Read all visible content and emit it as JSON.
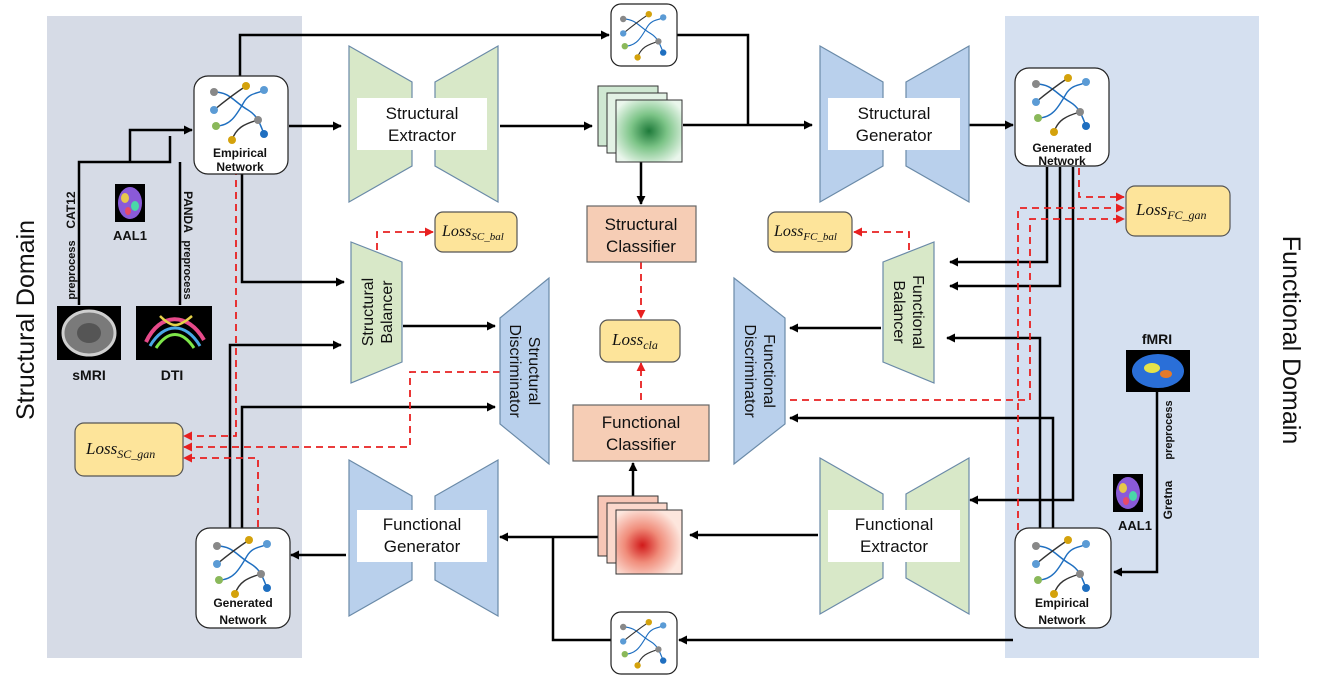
{
  "domains": {
    "structural": "Structural Domain",
    "functional": "Functional Domain"
  },
  "networks": {
    "empirical_left": [
      "Empirical",
      "Network"
    ],
    "generated_right": [
      "Generated",
      "Network"
    ],
    "generated_left": [
      "Generated",
      "Network"
    ],
    "empirical_right": [
      "Empirical",
      "Network"
    ]
  },
  "modules": {
    "structural_extractor": [
      "Structural",
      "Extractor"
    ],
    "structural_generator": [
      "Structural",
      "Generator"
    ],
    "functional_generator": [
      "Functional",
      "Generator"
    ],
    "functional_extractor": [
      "Functional",
      "Extractor"
    ],
    "structural_classifier": [
      "Structural",
      "Classifier"
    ],
    "functional_classifier": [
      "Functional",
      "Classifier"
    ],
    "structural_balancer": [
      "Structural",
      "Balancer"
    ],
    "functional_balancer": [
      "Functional",
      "Balancer"
    ],
    "structural_discriminator": [
      "Structural",
      "Discriminator"
    ],
    "functional_discriminator": [
      "Functional",
      "Discriminator"
    ]
  },
  "losses": {
    "sc_bal": {
      "base": "Loss",
      "sub": "SC_bal"
    },
    "fc_bal": {
      "base": "Loss",
      "sub": "FC_bal"
    },
    "fc_gan": {
      "base": "Loss",
      "sub": "FC_gan"
    },
    "cla": {
      "base": "Loss",
      "sub": "cla"
    },
    "sc_gan": {
      "base": "Loss",
      "sub": "SC_gan"
    }
  },
  "inputs": {
    "smri": "sMRI",
    "dti": "DTI",
    "fmri": "fMRI",
    "aal1_left": "AAL1",
    "aal1_right": "AAL1",
    "cat12": "CAT12",
    "panda": "PANDA",
    "preprocess_left_1": "preprocess",
    "preprocess_left_2": "preprocess",
    "preprocess_right": "preprocess",
    "gretna": "Gretna"
  },
  "colors": {
    "domain_left_bg": "#d6dbe6",
    "domain_right_bg": "#d5e0f0",
    "green_module": "#d8e8c8",
    "blue_module": "#b9d0ec",
    "classifier": "#f6cdb5",
    "loss_box": "#fde49a",
    "dashed_arrow": "#e82020"
  }
}
